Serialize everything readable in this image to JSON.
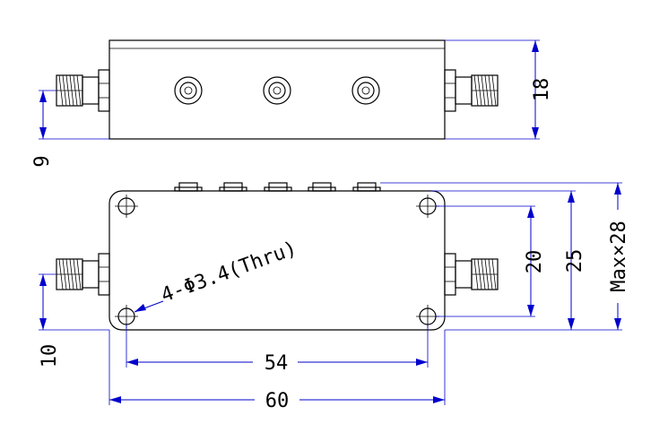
{
  "dimensions": {
    "height_18": "18",
    "offset_9": "9",
    "hole_span_20": "20",
    "body_depth_25": "25",
    "max_height": "Max×28",
    "offset_10": "10",
    "hole_spacing_54": "54",
    "overall_length_60": "60"
  },
  "annotation": {
    "hole_note": "4-Φ3.4(Thru)"
  },
  "colors": {
    "outline": "#000000",
    "dimension": "#0000cc"
  }
}
